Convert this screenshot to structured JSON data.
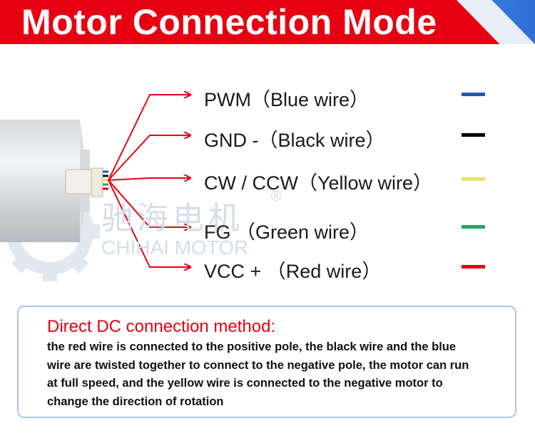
{
  "banner": {
    "title": "Motor Connection Mode"
  },
  "watermark": {
    "chinese": "驰海电机",
    "english": "CHIHAI MOTOR",
    "registered": "®"
  },
  "wires": [
    {
      "label": "PWM（Blue wire）",
      "color": "#2456b8"
    },
    {
      "label": "GND -（Black wire）",
      "color": "#000000"
    },
    {
      "label": "CW / CCW（Yellow wire）",
      "color": "#ece06a"
    },
    {
      "label": "FG （Green wire）",
      "color": "#2aa36b"
    },
    {
      "label": "VCC + （Red wire）",
      "color": "#e60012"
    }
  ],
  "info": {
    "title": "Direct DC connection method:",
    "body": "the red wire is connected to the positive pole, the black wire and the blue wire are twisted together to connect to the negative pole, the motor can run at full speed, and the yellow wire is connected to the negative motor to change the direction of rotation"
  },
  "colors": {
    "accent": "#e60012",
    "banner_blue": "#2f6fd6",
    "box_border": "#a9c8ec"
  }
}
